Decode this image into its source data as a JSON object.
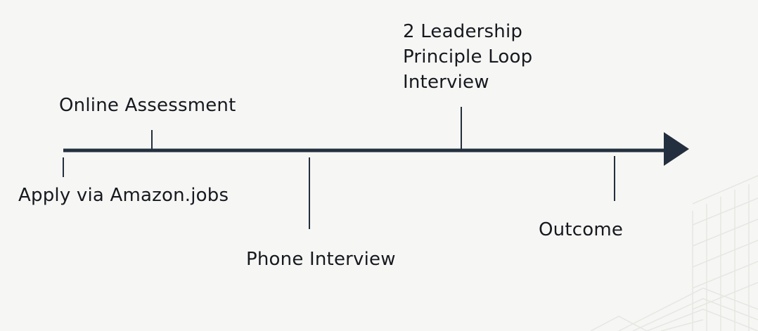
{
  "timeline": {
    "milestones": {
      "apply": "Apply via Amazon.jobs",
      "online_assessment": "Online Assessment",
      "phone_interview": "Phone Interview",
      "leadership_loop": "2 Leadership\nPrinciple Loop\nInterview",
      "outcome": "Outcome"
    }
  },
  "colors": {
    "background": "#f6f6f4",
    "ink": "#232f3e",
    "text": "#16191f",
    "decoration": "#e6e6e2"
  }
}
